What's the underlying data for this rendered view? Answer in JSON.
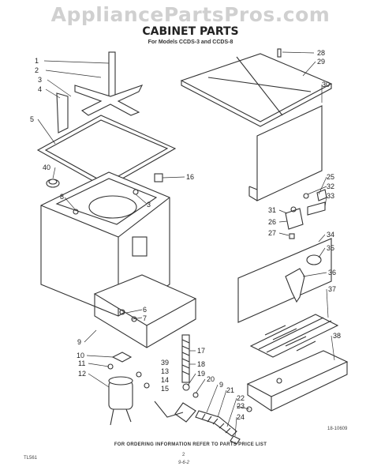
{
  "watermark": "AppliancePartsPros.com",
  "title": "CABINET PARTS",
  "subtitle": "For Models CCDS-3 and CCDS-8",
  "footer": "FOR ORDERING INFORMATION REFER TO PARTS PRICE LIST",
  "ref_code": "18-10609",
  "left_code": "TL561",
  "page_no": "2",
  "date_code": "9-6-2",
  "callouts": [
    "1",
    "2",
    "3",
    "4",
    "5",
    "40",
    "8",
    "3",
    "16",
    "6",
    "7",
    "9",
    "10",
    "11",
    "12",
    "39",
    "13",
    "14",
    "15",
    "17",
    "18",
    "19",
    "20",
    "9",
    "21",
    "22",
    "23",
    "24",
    "28",
    "29",
    "30",
    "25",
    "32",
    "33",
    "31",
    "26",
    "27",
    "34",
    "35",
    "36",
    "37",
    "38"
  ]
}
